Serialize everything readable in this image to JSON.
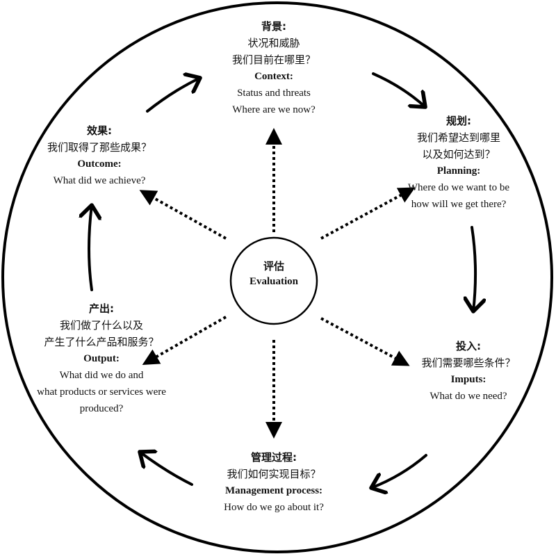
{
  "diagram": {
    "center": {
      "zh": "评估",
      "en": "Evaluation"
    },
    "stages": [
      {
        "id": "context",
        "zh_title": "背景:",
        "zh_lines": [
          "状况和威胁",
          "我们目前在哪里？"
        ],
        "en_title": "Context:",
        "en_lines": [
          "Status and threats",
          "Where are we now?"
        ]
      },
      {
        "id": "planning",
        "zh_title": "规划:",
        "zh_lines": [
          "我们希望达到哪里",
          "以及如何达到？"
        ],
        "en_title": "Planning:",
        "en_lines": [
          "Where do we want to be",
          "how will we get there?"
        ]
      },
      {
        "id": "inputs",
        "zh_title": "投入:",
        "zh_lines": [
          "我们需要哪些条件？"
        ],
        "en_title": "Imputs:",
        "en_lines": [
          "What do we need?"
        ]
      },
      {
        "id": "management",
        "zh_title": "管理过程:",
        "zh_lines": [
          "我们如何实现目标？"
        ],
        "en_title": "Management process:",
        "en_lines": [
          "How do we go about it?"
        ]
      },
      {
        "id": "output",
        "zh_title": "产出:",
        "zh_lines": [
          "我们做了什么以及",
          "产生了什么产品和服务？"
        ],
        "en_title": "Output:",
        "en_lines": [
          "What did we do and",
          "what products or services were",
          "produced?"
        ]
      },
      {
        "id": "outcome",
        "zh_title": "效果:",
        "zh_lines": [
          "我们取得了那些成果？"
        ],
        "en_title": "Outcome:",
        "en_lines": [
          "What did we achieve?"
        ]
      }
    ],
    "cycle_arrows": [
      {
        "from": "outcome",
        "to": "context"
      },
      {
        "from": "context",
        "to": "planning"
      },
      {
        "from": "planning",
        "to": "inputs"
      },
      {
        "from": "inputs",
        "to": "management"
      },
      {
        "from": "management",
        "to": "output"
      },
      {
        "from": "output",
        "to": "outcome"
      }
    ],
    "evaluation_arrows": [
      {
        "from": "evaluation",
        "to": "context"
      },
      {
        "from": "evaluation",
        "to": "planning"
      },
      {
        "from": "evaluation",
        "to": "inputs"
      },
      {
        "from": "evaluation",
        "to": "management"
      },
      {
        "from": "evaluation",
        "to": "output"
      },
      {
        "from": "evaluation",
        "to": "outcome"
      }
    ]
  }
}
